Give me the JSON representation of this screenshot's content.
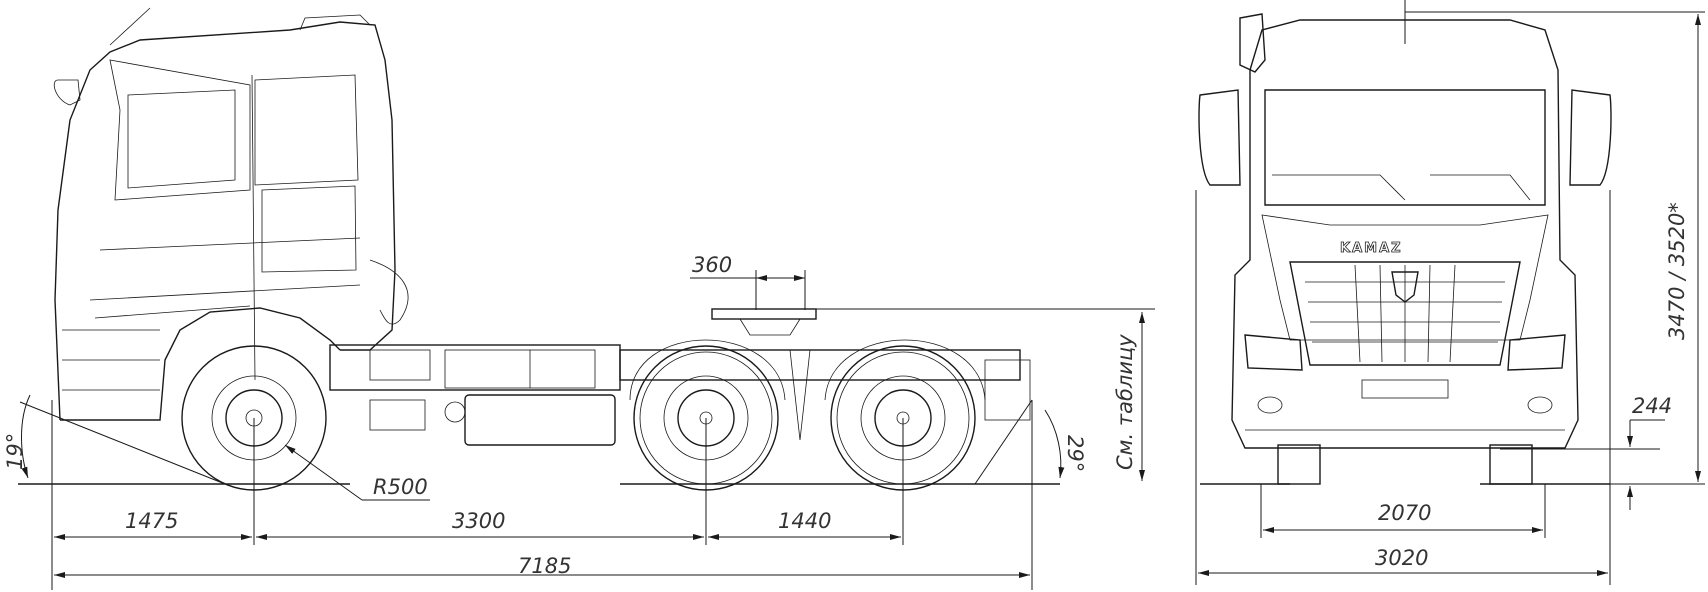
{
  "side_view": {
    "dimensions": {
      "front_overhang": "1475",
      "wheelbase_1": "3300",
      "wheelbase_2": "1440",
      "overall_length": "7185",
      "fifth_wheel_offset": "360",
      "turning_radius": "R500",
      "approach_angle": "19°",
      "departure_angle": "29°",
      "fifth_wheel_height": "См. таблицу"
    }
  },
  "front_view": {
    "brand_logo": "KAMAZ",
    "dimensions": {
      "track": "2070",
      "overall_width": "3020",
      "height": "3470 / 3520*",
      "ground_clearance": "244"
    }
  }
}
